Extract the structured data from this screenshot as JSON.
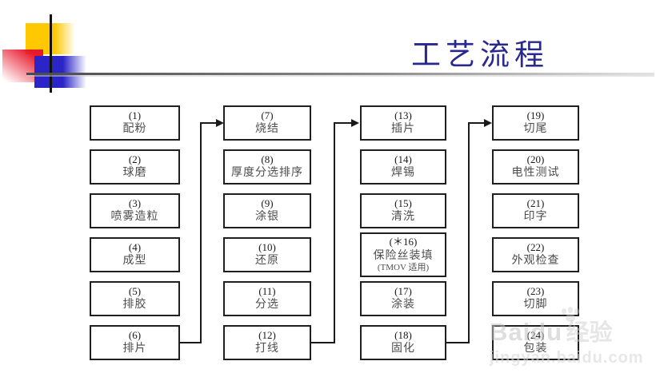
{
  "slide": {
    "title": "工艺流程"
  },
  "colors": {
    "title": "#28288f",
    "logo_yellow": "#ffc800",
    "logo_red": "#e8192d",
    "logo_blue": "#2b25c8",
    "box_border": "#1f1f1f",
    "watermark_gray": "#cdcdcd"
  },
  "flow": {
    "columns": [
      {
        "boxes": [
          {
            "number": "(1)",
            "label": "配粉"
          },
          {
            "number": "(2)",
            "label": "球磨"
          },
          {
            "number": "(3)",
            "label": "喷雾造粒"
          },
          {
            "number": "(4)",
            "label": "成型"
          },
          {
            "number": "(5)",
            "label": "排胶"
          },
          {
            "number": "(6)",
            "label": "排片"
          }
        ]
      },
      {
        "boxes": [
          {
            "number": "(7)",
            "label": "烧结"
          },
          {
            "number": "(8)",
            "label": "厚度分选排序"
          },
          {
            "number": "(9)",
            "label": "涂银"
          },
          {
            "number": "(10)",
            "label": "还原"
          },
          {
            "number": "(11)",
            "label": "分选"
          },
          {
            "number": "(12)",
            "label": "打线"
          }
        ]
      },
      {
        "boxes": [
          {
            "number": "(13)",
            "label": "插片"
          },
          {
            "number": "(14)",
            "label": "焊锡"
          },
          {
            "number": "(15)",
            "label": "清洗"
          },
          {
            "number": "(＊16)",
            "label": "保险丝装填",
            "note": "(TMOV 适用)"
          },
          {
            "number": "(17)",
            "label": "涂装"
          },
          {
            "number": "(18)",
            "label": "固化"
          }
        ]
      },
      {
        "boxes": [
          {
            "number": "(19)",
            "label": "切尾"
          },
          {
            "number": "(20)",
            "label": "电性测试"
          },
          {
            "number": "(21)",
            "label": "印字"
          },
          {
            "number": "(22)",
            "label": "外观检查"
          },
          {
            "number": "(23)",
            "label": "切脚"
          },
          {
            "number": "(24)",
            "label": "包装"
          }
        ]
      }
    ],
    "connectors": [
      {
        "from": "(6) 排片",
        "to": "(7) 烧结"
      },
      {
        "from": "(12) 打线",
        "to": "(13) 插片"
      },
      {
        "from": "(18) 固化",
        "to": "(19) 切尾"
      }
    ]
  },
  "watermark": {
    "brand": "Baidu",
    "brand_cn": "经验",
    "url": "jingyan.baidu.com"
  }
}
